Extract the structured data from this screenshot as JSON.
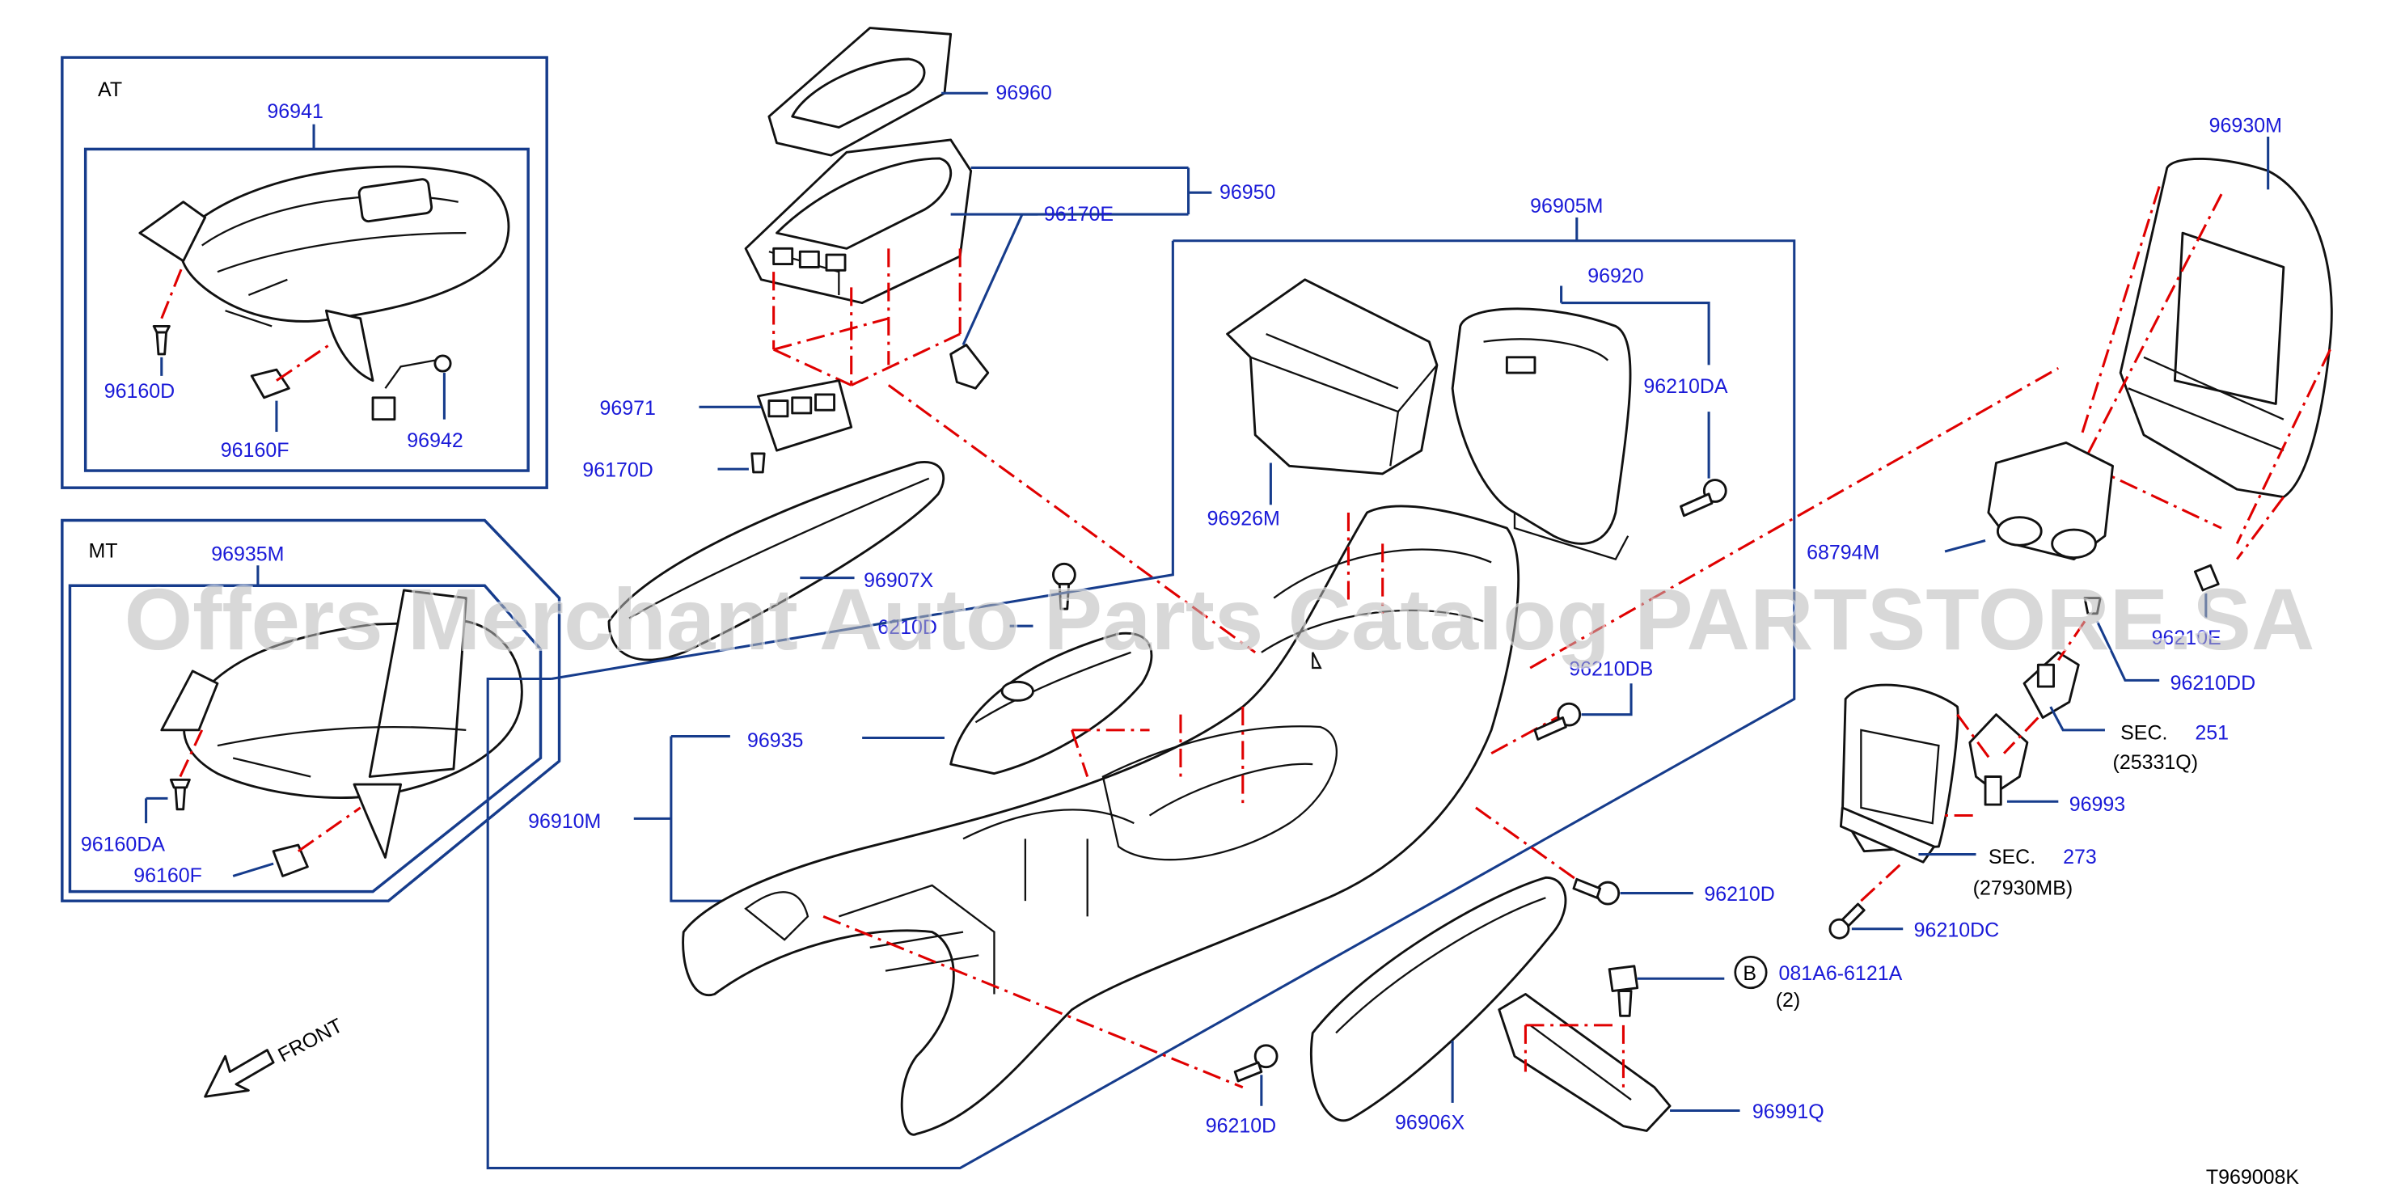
{
  "diagram": {
    "drawing_code": "T969008K",
    "watermark": "Offers Merchant Auto Parts Catalog PARTSTORE.SA",
    "front_label": "FRONT",
    "groups": {
      "at": "AT",
      "mt": "MT"
    },
    "labels": {
      "p96941": "96941",
      "p96160D": "96160D",
      "p96160F_at": "96160F",
      "p96942": "96942",
      "p96935M": "96935M",
      "p96160DA": "96160DA",
      "p96160F_mt": "96160F",
      "p96960": "96960",
      "p96950": "96950",
      "p96170E": "96170E",
      "p96971": "96971",
      "p96170D": "96170D",
      "p96907X": "96907X",
      "p96210_partial": "6210D",
      "p96935": "96935",
      "p96910M": "96910M",
      "p96905M": "96905M",
      "p96920": "96920",
      "p96210DA": "96210DA",
      "p96926M": "96926M",
      "p96210DB": "96210DB",
      "p96210D_mid": "96210D",
      "p96210D_bottom": "96210D",
      "p96906X": "96906X",
      "p96991Q": "96991Q",
      "p96930M": "96930M",
      "p68794M": "68794M",
      "p96210E_partial": "96210E",
      "p96210DD": "96210DD",
      "p96993": "96993",
      "p96210DC": "96210DC",
      "bolt_circle": "B",
      "bolt_code": "081A6-6121A",
      "bolt_qty": "(2)",
      "sec_prefix_1": "SEC.",
      "sec_num_1": "251",
      "sec_ref_1": "(25331Q)",
      "sec_prefix_2": "SEC.",
      "sec_num_2": "273",
      "sec_ref_2": "(27930MB)"
    }
  }
}
